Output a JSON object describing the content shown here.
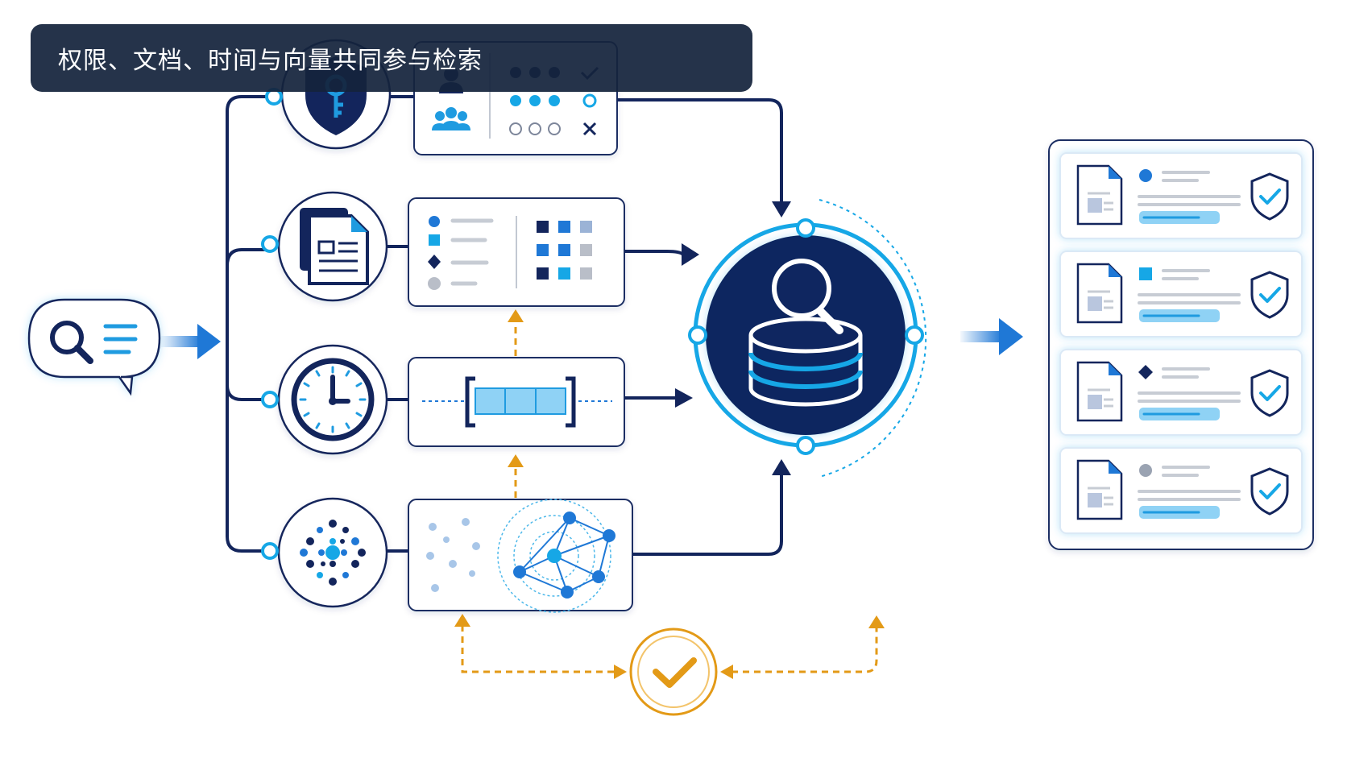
{
  "title": "权限、文档、时间与向量共同参与检索",
  "colors": {
    "navy": "#13255c",
    "blue": "#1f78d6",
    "cyan": "#16a7e6",
    "light_blue": "#8fd2f5",
    "orange": "#e39a17",
    "gray": "#b9bec8",
    "card_border": "#1c2e63"
  },
  "nodes": [
    {
      "id": "query",
      "icon": "search-chat-icon"
    },
    {
      "id": "permission",
      "icon": "shield-key-icon"
    },
    {
      "id": "document",
      "icon": "document-icon"
    },
    {
      "id": "time",
      "icon": "clock-icon"
    },
    {
      "id": "vector",
      "icon": "vector-cluster-icon"
    },
    {
      "id": "retrieval",
      "icon": "database-search-icon"
    },
    {
      "id": "validation",
      "icon": "check-icon"
    }
  ],
  "results": [
    {
      "marker": "circle",
      "marker_color": "#1f78d6",
      "icon": "shield-check-icon"
    },
    {
      "marker": "square",
      "marker_color": "#16a7e6",
      "icon": "shield-check-icon"
    },
    {
      "marker": "diamond",
      "marker_color": "#13255c",
      "icon": "shield-check-icon"
    },
    {
      "marker": "circle",
      "marker_color": "#9aa3b2",
      "icon": "shield-check-icon"
    }
  ]
}
